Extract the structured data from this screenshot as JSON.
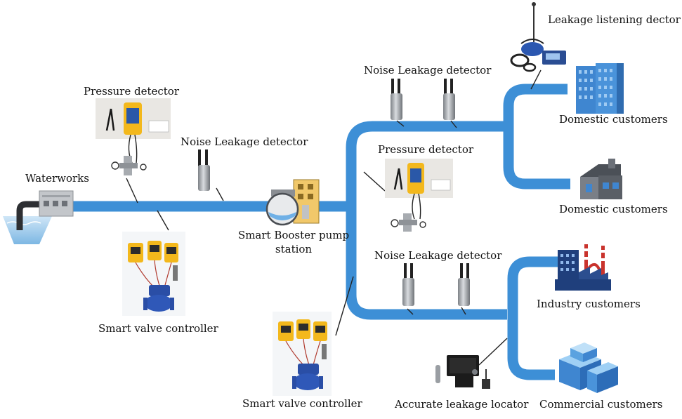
{
  "labels": {
    "waterworks": "Waterworks",
    "pressure_detector_left": "Pressure detector",
    "noise_detector_left": "Noise Leakage detector",
    "smart_valve_left": "Smart valve controller",
    "booster_line1": "Smart Booster pump",
    "booster_line2": "station",
    "smart_valve_center": "Smart valve controller",
    "noise_detector_top": "Noise Leakage detector",
    "pressure_detector_right": "Pressure detector",
    "noise_detector_mid": "Noise Leakage detector",
    "leakage_listening": "Leakage listening dector",
    "domestic_1": "Domestic customers",
    "domestic_2": "Domestic customers",
    "industry": "Industry customers",
    "commercial": "Commercial customers",
    "accurate_locator": "Accurate leakage  locator"
  },
  "colors": {
    "pipe": "#3d8fd6",
    "device_yellow": "#f3b81c",
    "device_blue": "#2a58a8",
    "sensor_gray": "#9a9ea3",
    "building_blue": "#3f86d0",
    "house_gray": "#5a5f66",
    "factory_navy": "#1f3f7c",
    "factory_red": "#c9332d",
    "case_black": "#1b1b1b"
  }
}
